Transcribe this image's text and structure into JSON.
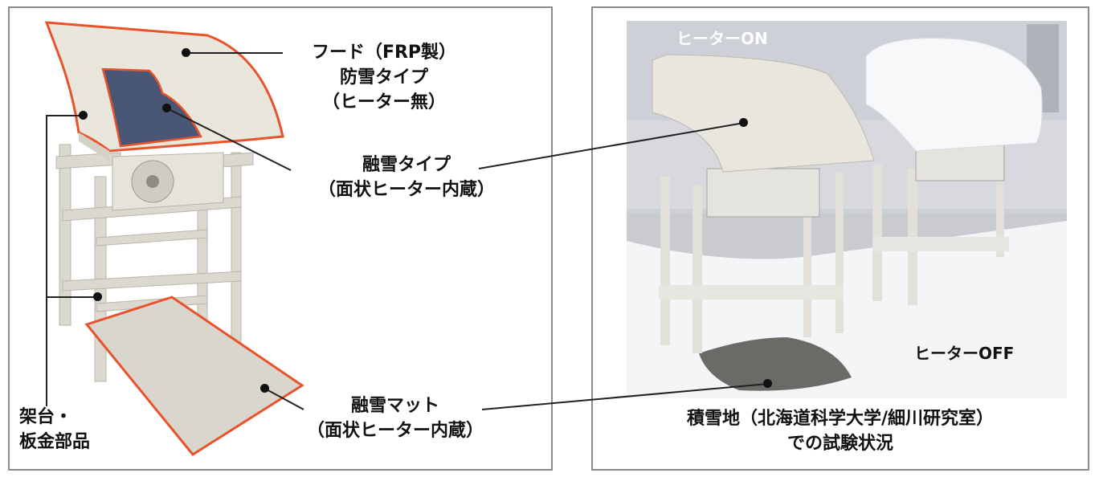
{
  "left": {
    "hood_label": [
      "フード（FRP製）",
      "防雪タイプ",
      "（ヒーター無）"
    ],
    "melt_type_label": [
      "融雪タイプ",
      "（面状ヒーター内蔵）"
    ],
    "stand_label": [
      "架台・",
      "板金部品"
    ],
    "mat_label": [
      "融雪マット",
      "（面状ヒーター内蔵）"
    ]
  },
  "right": {
    "heater_on": "ヒーターON",
    "heater_off": "ヒーターOFF",
    "caption": [
      "積雪地（北海道科学大学/細川研究室）",
      "での試験状況"
    ]
  },
  "colors": {
    "accent_outline": "#e8532b",
    "panel_border": "#8c8c8c",
    "hood": "#e9e6db",
    "solar_panel": "#4a5675",
    "snow": "#f7f8fa"
  }
}
